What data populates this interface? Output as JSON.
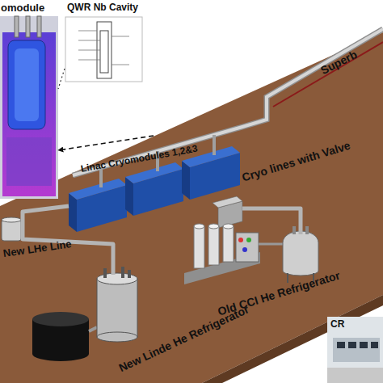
{
  "diagram": {
    "nodes": [
      {
        "text": [
          "omodule"
        ]
      },
      {
        "text": [
          "QWR Nb Cavity"
        ]
      },
      {
        "text": [
          "Linac Cryomodules 1,2&3"
        ]
      },
      {
        "text": [
          "Old CCI He Refrigerator"
        ]
      },
      {
        "text": [
          "New Linde He Refrigerator"
        ]
      },
      {
        "text": [
          "CR"
        ]
      }
    ],
    "edges": [
      {
        "from": 2,
        "to": 0,
        "arrow": "to"
      },
      {
        "from": 1,
        "to": 0,
        "arrow": "none"
      },
      {
        "from": 3,
        "to": 2,
        "label": "Cryo lines with Valve",
        "arrow": "none"
      },
      {
        "from": 4,
        "to": 2,
        "label": "New LHe Line",
        "arrow": "none"
      }
    ],
    "labels": [
      "Superb"
    ]
  }
}
